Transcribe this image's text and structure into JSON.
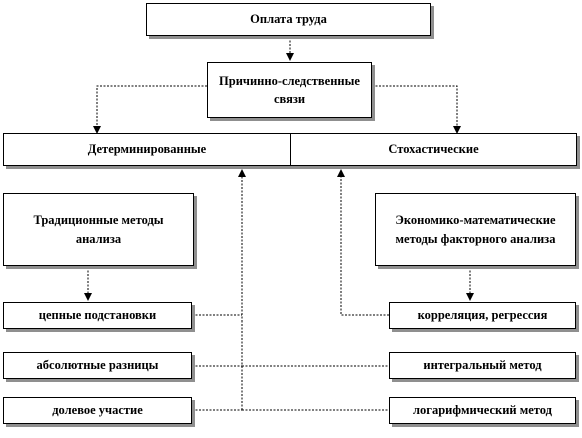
{
  "diagram": {
    "top": "Оплата труда",
    "middle": "Причинно-следственные связи",
    "level2": {
      "left": "Детерминированные",
      "right": "Стохастические"
    },
    "left_group": {
      "header": "Традиционные методы анализа",
      "items": [
        "цепные подстановки",
        "абсолютные разницы",
        "долевое участие"
      ]
    },
    "right_group": {
      "header": "Экономико-математические методы факторного анализа",
      "items": [
        "корреляция, регрессия",
        "интегральный метод",
        "логарифмический метод"
      ]
    }
  }
}
